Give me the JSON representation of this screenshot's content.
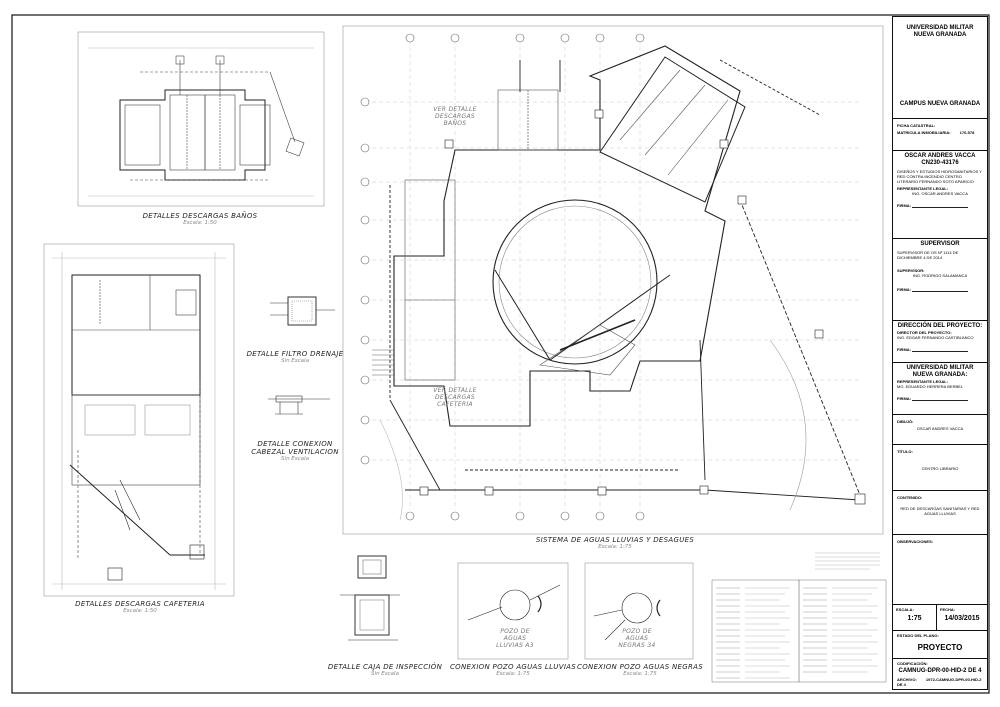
{
  "title_block": {
    "institution": "UNIVERSIDAD MILITAR NUEVA GRANADA",
    "campus": "CAMPUS NUEVA GRANADA",
    "ficha_label": "FICHA CATASTRAL:",
    "matricula_label": "MATRICULA INMOBILIARIA:",
    "matricula_value": "176-578",
    "designer_name": "OSCAR ANDRES VACCA",
    "designer_id": "CN230-43176",
    "design_desc": "DISEÑOS Y ESTUDIOS HIDROSANITARIOS Y RED CONTRA INCENDIO CENTRO LITERARIO FERNANDO SOTO APARICIO",
    "rep_label": "REPRESENTANTE LEGAL:",
    "rep_value": "ING. OSCAR ANDRES VACCA",
    "firma": "FIRMA:",
    "supervisor_head": "SUPERVISOR",
    "supervisor_desc": "SUPERVISOR DE OS Nº 1114 DE DICHIEMBRE 4 DE 2014",
    "supervisor_label": "SUPERVISOR:",
    "supervisor_value": "ING. RODRIGO SALAMANCA",
    "direccion_head": "DIRECCIÓN DEL PROYECTO:",
    "director_label": "DIRECTOR DEL PROYECTO:",
    "director_value": "ING. EDGAR FERNANDO CASTIBLANCO",
    "umng_head": "UNIVERSIDAD MILITAR NUEVA GRANADA:",
    "umng_rep_label": "REPRESENTANTE LEGAL:",
    "umng_rep_value": "MG. EDUARDO HERRERA BERBEL",
    "dibujo_label": "DIBUJÓ:",
    "dibujo_value": "OSCAR ANDRES VACCA",
    "titulo_label": "TÍTULO:",
    "titulo_value": "CENTRO LIBRARIO",
    "contenido_label": "CONTENIDO:",
    "contenido_value": "RED DE DESCARGAS SANITARIAS Y RED AGUAS LLUVIAS",
    "obs_label": "OBSERVACIONES:",
    "escala_label": "ESCALA:",
    "escala_value": "1:75",
    "fecha_label": "FECHA:",
    "fecha_value": "14/03/2015",
    "estado_label": "ESTADO DEL PLANO:",
    "estado_value": "PROYECTO",
    "codificacion_label": "CODIFICACIÓN:",
    "codificacion_value": "CAMNUG-DPR-00-HID-2 DE 4",
    "archivo_label": "ARCHIVO:",
    "archivo_value": "1972-CAMNUG-DPR-00-HID-2 DE 4"
  },
  "drawings": {
    "banos_title": "DETALLES DESCARGAS BAÑOS",
    "banos_scale": "Escala: 1:50",
    "cafeteria_title": "DETALLES DESCARGAS CAFETERIA",
    "cafeteria_scale": "Escala: 1:50",
    "filtro_title": "DETALLE FILTRO DRENAJE",
    "filtro_scale": "Sin Escala",
    "ventilacion_title": "DETALLE CONEXION CABEZAL VENTILACION",
    "ventilacion_scale": "Sin Escala",
    "main_title": "SISTEMA DE AGUAS LLUVIAS Y DESAGUES",
    "main_scale": "Escala: 1:75",
    "ver_banos": "VER DETALLE DESCARGAS BAÑOS",
    "ver_cafeteria": "VER DETALLE DESCARGAS CAFETERIA",
    "caja_title": "DETALLE CAJA DE INSPECCIÓN",
    "caja_scale": "Sin Escala",
    "pozo_ll_title": "CONEXION POZO AGUAS LLUVIAS",
    "pozo_ll_scale": "Escala: 1:75",
    "pozo_ll_label": "POZO DE AGUAS LLUVIAS A3",
    "pozo_ng_title": "CONEXION POZO AGUAS NEGRAS",
    "pozo_ng_scale": "Escala: 1:75",
    "pozo_ng_label": "POZO DE AGUAS NEGRAS 34"
  }
}
